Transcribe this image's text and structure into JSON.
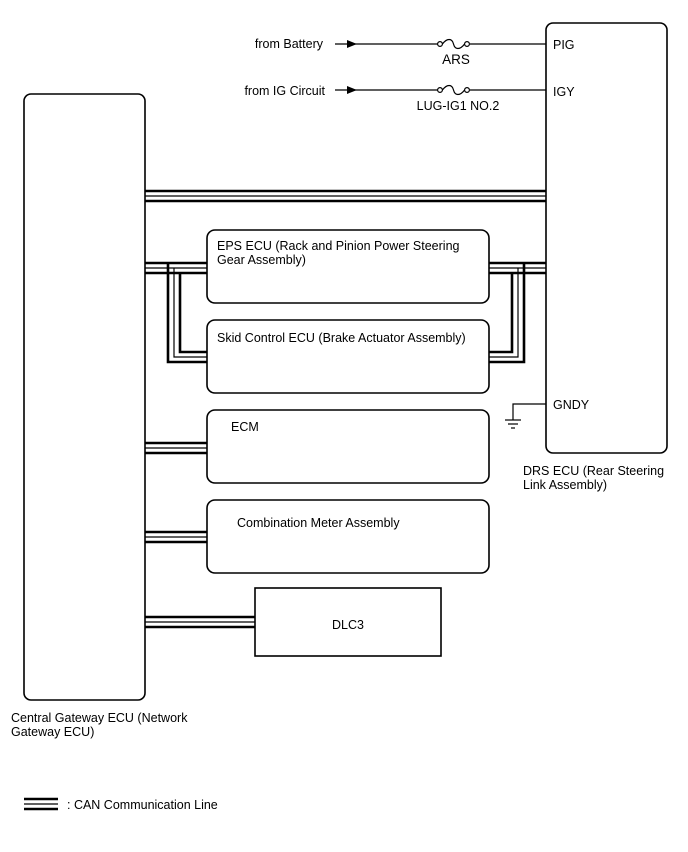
{
  "inputs": {
    "battery": "from Battery",
    "ig": "from IG Circuit"
  },
  "fuses": {
    "ars": "ARS",
    "lug": "LUG-IG1 NO.2"
  },
  "drs": {
    "pins": {
      "pig": "PIG",
      "igy": "IGY",
      "gndy": "GNDY"
    },
    "label_line1": "DRS ECU (Rear Steering",
    "label_line2": "Link Assembly)"
  },
  "gateway": {
    "label_line1": "Central Gateway ECU (Network",
    "label_line2": "Gateway ECU)"
  },
  "modules": {
    "eps_line1": "EPS ECU (Rack and Pinion Power Steering",
    "eps_line2": "Gear Assembly)",
    "skid": "Skid Control ECU (Brake Actuator Assembly)",
    "ecm": "ECM",
    "meter": "Combination Meter Assembly",
    "dlc3": "DLC3"
  },
  "legend": {
    "text": ": CAN Communication Line"
  }
}
